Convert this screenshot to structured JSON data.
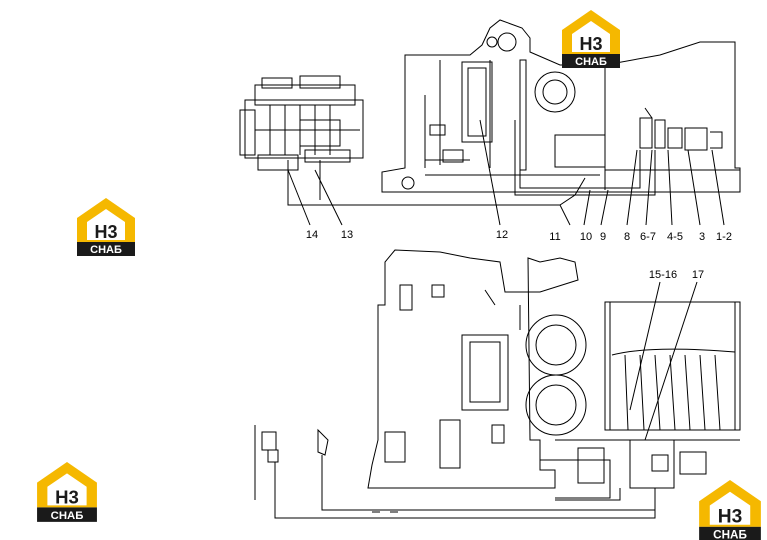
{
  "logos": [
    {
      "id": "logo-top",
      "mark": "H3",
      "word": "СНАБ"
    },
    {
      "id": "logo-left",
      "mark": "H3",
      "word": "СНАБ"
    },
    {
      "id": "logo-bottom-left",
      "mark": "H3",
      "word": "СНАБ"
    },
    {
      "id": "logo-bottom-right",
      "mark": "H3",
      "word": "СНАБ"
    }
  ],
  "callouts": {
    "top": [
      "14",
      "13",
      "12",
      "11",
      "10",
      "9",
      "8",
      "6-7",
      "4-5",
      "3",
      "1-2"
    ],
    "bottom": [
      "15-16",
      "17"
    ]
  },
  "colors": {
    "line": "#000000",
    "logo_yellow": "#f5b800",
    "logo_dark": "#1a1a1a",
    "background": "#ffffff"
  }
}
